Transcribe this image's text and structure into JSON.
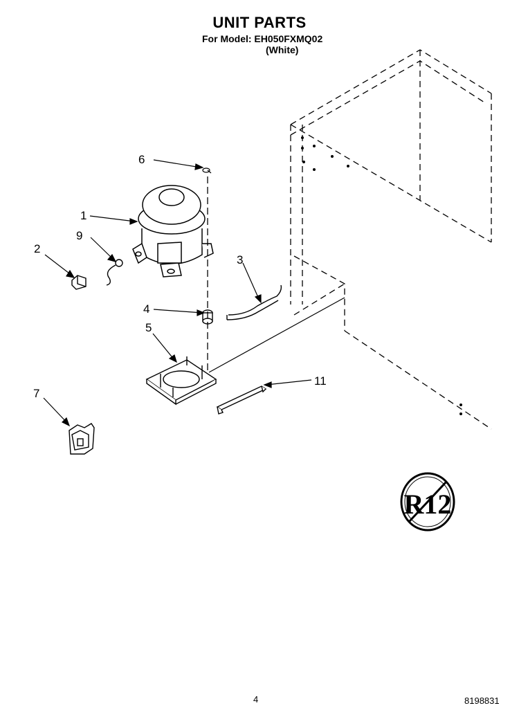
{
  "header": {
    "title": "UNIT PARTS",
    "model_line": "For Model: EH050FXMQ02",
    "color_line": "(White)"
  },
  "callouts": [
    "1",
    "2",
    "3",
    "4",
    "5",
    "6",
    "7",
    "9",
    "11"
  ],
  "symbol": {
    "refrigerant_label": "R12",
    "name": "no-r12-symbol"
  },
  "footer": {
    "page_number": "4",
    "document_number": "8198831"
  }
}
